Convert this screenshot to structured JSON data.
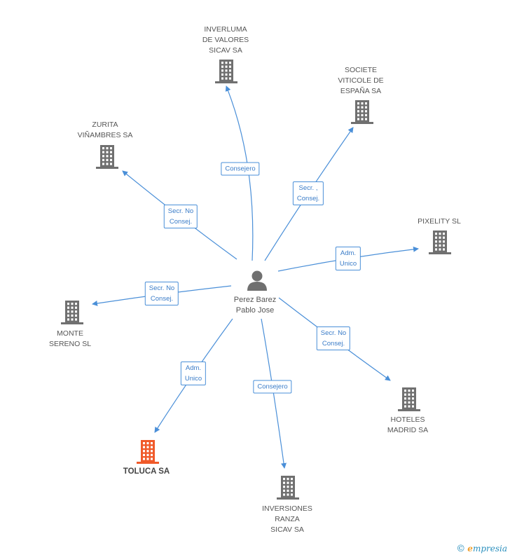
{
  "colors": {
    "edge": "#4a8fd8",
    "building": "#707070",
    "building_focus": "#f05a2a",
    "person": "#707070"
  },
  "center": {
    "name": "Perez Barez\nPablo Jose",
    "icon": "person-icon"
  },
  "companies": [
    {
      "id": "inverluma",
      "name": "INVERLUMA\nDE VALORES\nSICAV SA",
      "focus": false
    },
    {
      "id": "societe",
      "name": "SOCIETE\nVITICOLE DE\nESPAÑA SA",
      "focus": false
    },
    {
      "id": "zurita",
      "name": "ZURITA\nVIÑAMBRES SA",
      "focus": false
    },
    {
      "id": "pixelity",
      "name": "PIXELITY SL",
      "focus": false
    },
    {
      "id": "monte",
      "name": "MONTE\nSERENO  SL",
      "focus": false
    },
    {
      "id": "hoteles",
      "name": "HOTELES\nMADRID SA",
      "focus": false
    },
    {
      "id": "toluca",
      "name": "TOLUCA SA",
      "focus": true
    },
    {
      "id": "inversiones",
      "name": "INVERSIONES\nRANZA\nSICAV SA",
      "focus": false
    }
  ],
  "relations": [
    {
      "to": "inverluma",
      "role": "Consejero"
    },
    {
      "to": "societe",
      "role": "Secr. ,\nConsej."
    },
    {
      "to": "zurita",
      "role": "Secr.  No\nConsej."
    },
    {
      "to": "pixelity",
      "role": "Adm.\nUnico"
    },
    {
      "to": "monte",
      "role": "Secr.  No\nConsej."
    },
    {
      "to": "hoteles",
      "role": "Secr.  No\nConsej."
    },
    {
      "to": "toluca",
      "role": "Adm.\nUnico"
    },
    {
      "to": "inversiones",
      "role": "Consejero"
    }
  ],
  "brand": {
    "copyright": "©",
    "initial": "e",
    "rest": "mpresia"
  }
}
